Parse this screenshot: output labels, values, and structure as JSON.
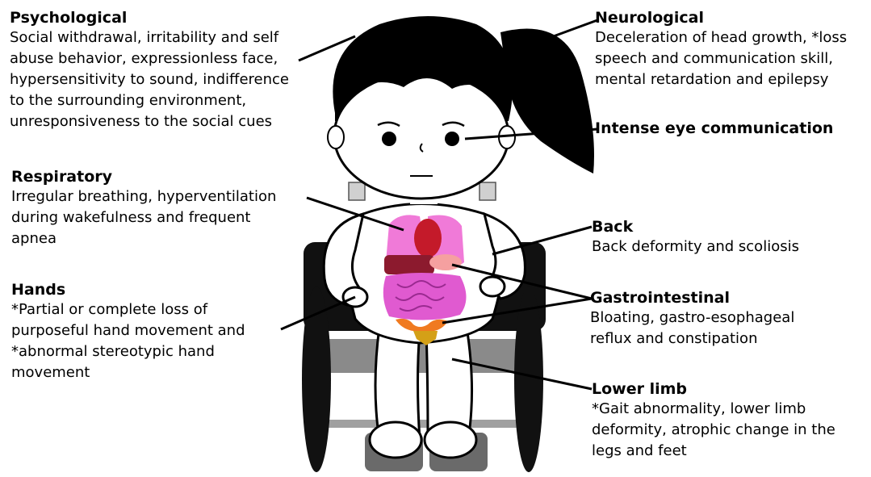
{
  "labels": {
    "psychological": {
      "title": "Psychological",
      "lines": [
        "Social withdrawal, irritability and self",
        "abuse behavior, expressionless face,",
        "hypersensitivity to sound, indifference",
        "to the surrounding environment,",
        "unresponsiveness to the social cues"
      ]
    },
    "respiratory": {
      "title": "Respiratory",
      "lines": [
        "Irregular breathing, hyperventilation",
        "during wakefulness and frequent",
        "apnea"
      ]
    },
    "hands": {
      "title": "Hands",
      "lines": [
        "*Partial or complete loss of",
        "purposeful hand movement and",
        "*abnormal stereotypic hand",
        "movement"
      ]
    },
    "neurological": {
      "title": "Neurological",
      "lines": [
        "Deceleration of head growth, *loss",
        "speech and communication skill,",
        "mental retardation and epilepsy"
      ]
    },
    "eye": {
      "title": "Intense eye communication"
    },
    "back": {
      "title": "Back",
      "lines": [
        "Back deformity and scoliosis"
      ]
    },
    "gastro": {
      "title": "Gastrointestinal",
      "lines": [
        "Bloating, gastro-esophageal",
        "reflux and constipation"
      ]
    },
    "lowerlimb": {
      "title": "Lower limb",
      "lines": [
        "*Gait abnormality, lower limb",
        "deformity, atrophic change in the",
        "legs and feet"
      ]
    }
  },
  "colors": {
    "hair": "#000000",
    "lungs": "#f07ad8",
    "heart": "#c41a2a",
    "liver": "#8c1a2e",
    "stomach": "#f5a0a0",
    "intestine": "#e05ad0",
    "uterus": "#f07a20",
    "bladder": "#d4a017",
    "wheelchair_gray": "#a0a0a0",
    "wheel": "#000000"
  }
}
